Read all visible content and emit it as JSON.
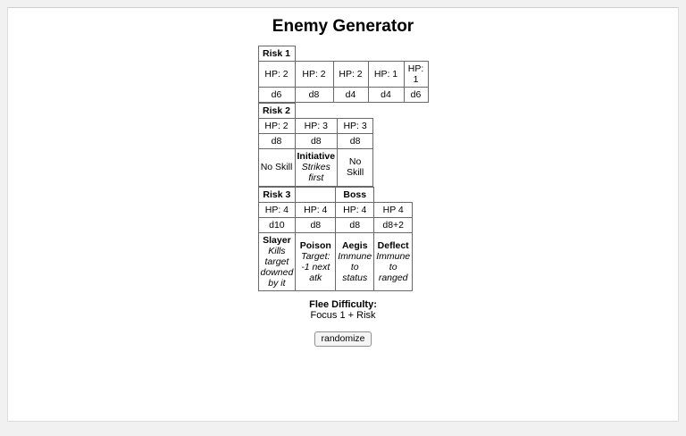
{
  "page": {
    "title": "Enemy Generator"
  },
  "colors": {
    "outer_background": "#f1f1f1",
    "page_background": "#ffffff",
    "table_border": "#696969",
    "text": "#000000"
  },
  "tables": [
    {
      "name": "Risk 1",
      "hp": [
        "HP: 2",
        "HP: 2",
        "HP: 2",
        "HP: 1",
        "HP: 1"
      ],
      "dice": [
        "d6",
        "d8",
        "d4",
        "d4",
        "d6"
      ]
    },
    {
      "name": "Risk 2",
      "hp": [
        "HP: 2",
        "HP: 3",
        "HP: 3"
      ],
      "dice": [
        "d8",
        "d8",
        "d8"
      ],
      "skills": [
        {
          "plain": "No Skill"
        },
        {
          "name": "Initiative",
          "desc": "Strikes first"
        },
        {
          "plain": "No Skill"
        }
      ]
    },
    {
      "name": "Risk 3",
      "boss_label": "Boss",
      "hp": [
        "HP: 4",
        "HP: 4",
        "HP: 4",
        "HP 4"
      ],
      "dice": [
        "d10",
        "d8",
        "d8",
        "d8+2"
      ],
      "skills": [
        {
          "name": "Slayer",
          "desc": "Kills target downed by it"
        },
        {
          "name": "Poison",
          "desc": "Target: -1 next atk"
        },
        {
          "name": "Aegis",
          "desc": "Immune to status"
        },
        {
          "name": "Deflect",
          "desc": "Immune to ranged"
        }
      ]
    }
  ],
  "flee": {
    "label": "Flee Difficulty:",
    "value": "Focus 1 + Risk"
  },
  "randomize_button": "randomize"
}
